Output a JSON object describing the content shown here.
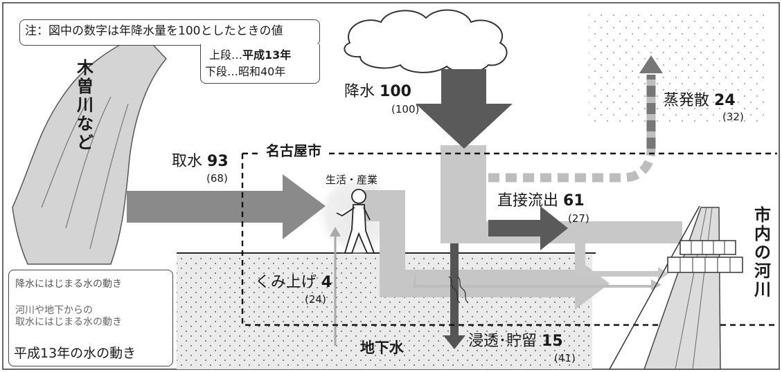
{
  "note": {
    "title": "注：図中の数字は年降水量を100としたときの値",
    "upper_prefix": "上段…",
    "upper_value": "平成13年",
    "lower": "下段…昭和40年"
  },
  "left_river": "木曽川など",
  "right_river": "市内の河川",
  "city": "名古屋市",
  "activity": "生活・産業",
  "groundwater": "地下水",
  "flows": {
    "precipitation": {
      "label": "降水",
      "value": "100",
      "old": "(100)"
    },
    "evaporation": {
      "label": "蒸発散",
      "value": "24",
      "old": "(32)"
    },
    "intake": {
      "label": "取水",
      "value": "93",
      "old": "(68)"
    },
    "runoff": {
      "label": "直接流出",
      "value": "61",
      "old": "(27)"
    },
    "pumping": {
      "label": "くみ上げ",
      "value": "4",
      "old": "(24)"
    },
    "infiltration": {
      "label": "浸透･貯留",
      "value": "15",
      "old": "(41)"
    }
  },
  "legend": {
    "item1": "降水にはじまる水の動き",
    "item2_line1": "河川や地下からの",
    "item2_line2": "取水にはじまる水の動き",
    "title": "平成13年の水の動き"
  },
  "colors": {
    "dark_flow": "#5a5a5a",
    "light_flow": "#c4c4c4",
    "river": "#d0d0d0",
    "ground": "#ececec"
  }
}
